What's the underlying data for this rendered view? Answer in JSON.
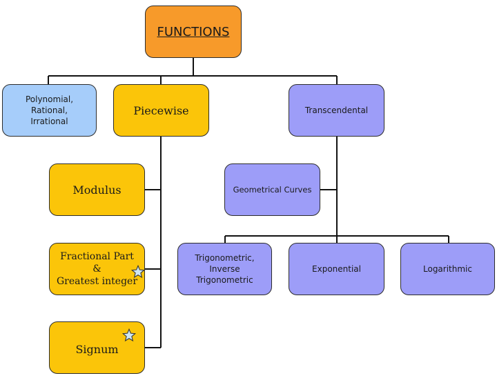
{
  "nodes": {
    "functions": "FUNCTIONS",
    "algebraic": [
      "Polynomial,",
      "Rational,",
      "Irrational"
    ],
    "piecewise": "Piecewise",
    "transcendental": "Transcendental",
    "modulus": "Modulus",
    "fractional": [
      "Fractional Part",
      "&",
      "Greatest integer"
    ],
    "signum": "Signum",
    "geometrical": "Geometrical Curves",
    "trigonometric": [
      "Trigonometric,",
      "Inverse",
      "Trigonometric"
    ],
    "exponential": "Exponential",
    "logarithmic": "Logarithmic"
  },
  "colors": {
    "root": "#f79a2a",
    "piecewise_family": "#fbc509",
    "algebraic": "#a6cdfa",
    "transcendental_family": "#9d9df8",
    "star": "#cfe6f2"
  },
  "icons": {
    "marker": "star-icon"
  }
}
